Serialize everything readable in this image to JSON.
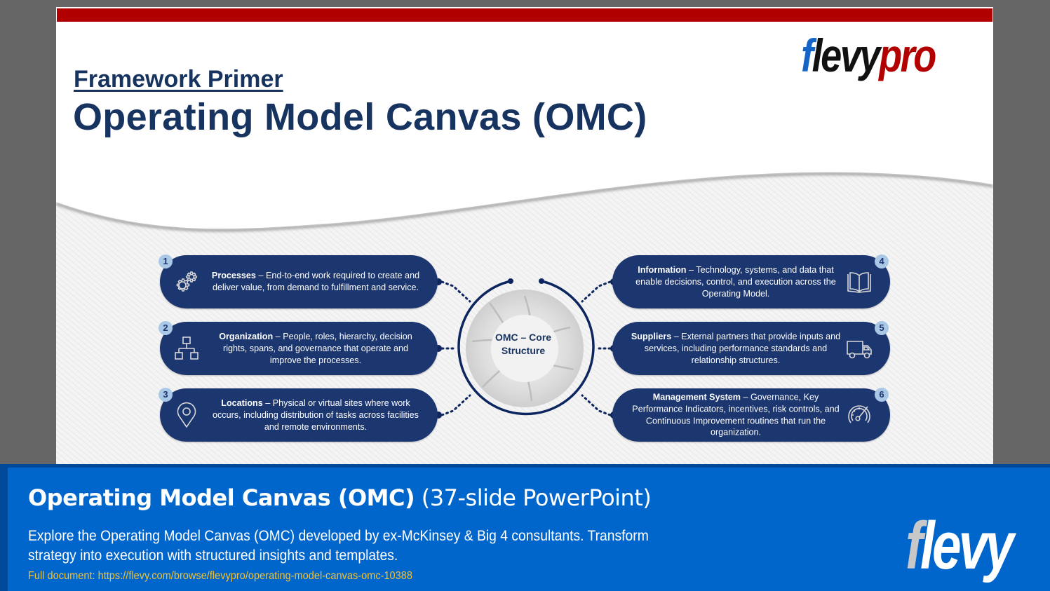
{
  "slide": {
    "kicker": "Framework Primer",
    "title": "Operating Model Canvas (OMC)",
    "brand_logo": {
      "part1": "f",
      "part2": "levy",
      "part3": "pro"
    },
    "core_label_line1": "OMC – Core",
    "core_label_line2": "Structure",
    "cards": [
      {
        "num": "1",
        "icon": "gears-icon",
        "title": "Processes",
        "desc": " – End-to-end work required to create and deliver value, from demand to fulfillment and service."
      },
      {
        "num": "2",
        "icon": "org-chart-icon",
        "title": "Organization",
        "desc": " – People, roles, hierarchy, decision rights, spans, and governance that operate and improve the processes."
      },
      {
        "num": "3",
        "icon": "location-pin-icon",
        "title": "Locations",
        "desc": " – Physical or virtual sites where work occurs, including distribution of tasks across facilities and remote environments."
      },
      {
        "num": "4",
        "icon": "open-book-icon",
        "title": "Information",
        "desc": " – Technology, systems, and data that enable decisions, control, and execution across the Operating Model."
      },
      {
        "num": "5",
        "icon": "truck-icon",
        "title": "Suppliers",
        "desc": " – External partners that provide inputs and services, including performance standards and relationship structures."
      },
      {
        "num": "6",
        "icon": "speedometer-icon",
        "title": "Management System",
        "desc": " – Governance, Key Performance Indicators, incentives, risk controls, and Continuous Improvement routines that run the organization."
      }
    ],
    "colors": {
      "navy": "#1c3670",
      "title": "#17335f",
      "red_bar": "#b00000",
      "badge": "#a9c8e6"
    }
  },
  "banner": {
    "title": "Operating Model Canvas (OMC)",
    "subtitle": " (37-slide PowerPoint)",
    "description": "Explore the Operating Model Canvas (OMC) developed by ex-McKinsey & Big 4 consultants. Transform strategy into execution with structured insights and templates.",
    "link": "Full document: https://flevy.com/browse/flevypro/operating-model-canvas-omc-10388",
    "logo": {
      "part1": "f",
      "part2": "levy"
    },
    "colors": {
      "bg": "#0066cc",
      "border": "#004a99",
      "link": "#f2c233"
    }
  }
}
